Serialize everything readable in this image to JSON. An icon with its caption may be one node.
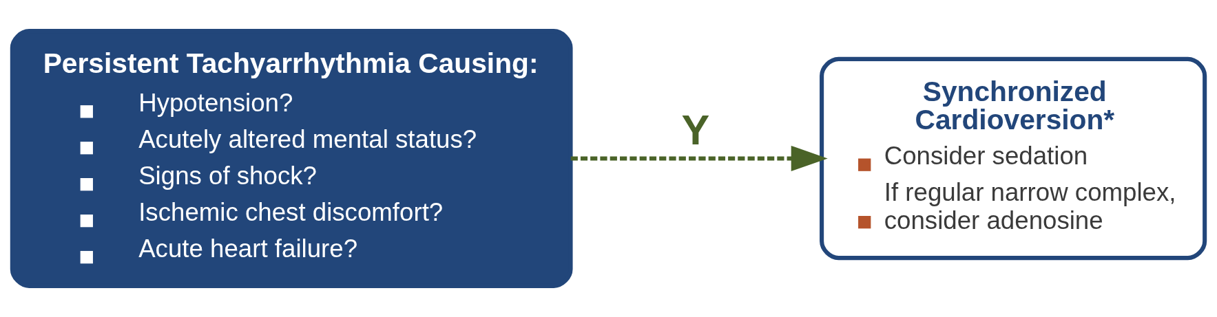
{
  "diagram": {
    "nodes": [
      {
        "text": [
          "Persistent Tachyarrhythmia Causing:",
          "Hypotension?",
          "Acutely altered mental status?",
          "Signs of shock?",
          "Ischemic chest discomfort?",
          "Acute heart failure?"
        ]
      },
      {
        "text": [
          "Synchronized Cardioversion*",
          "Consider sedation",
          "If regular narrow complex, consider adenosine"
        ]
      }
    ],
    "edges": [
      {
        "from": 0,
        "to": 1,
        "arrow": "to",
        "label": "Y",
        "style": "dashed",
        "color": "#4a6328"
      }
    ]
  }
}
